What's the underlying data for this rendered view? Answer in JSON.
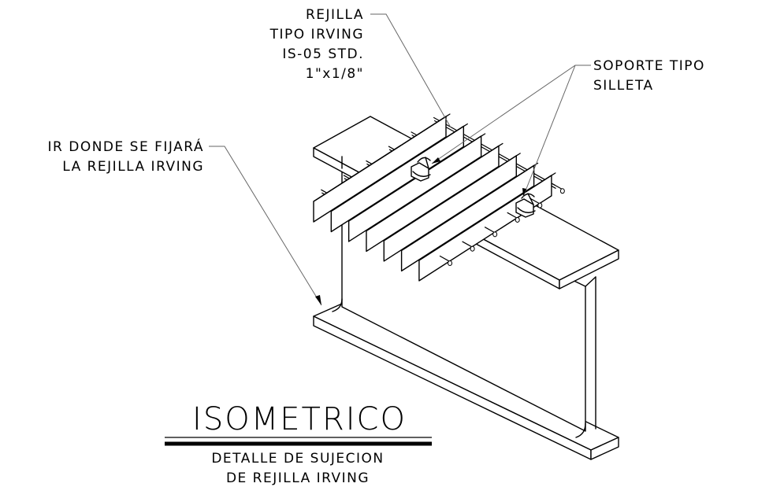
{
  "labels": {
    "rejilla": [
      "REJILLA",
      "TIPO IRVING",
      "IS-05 STD.",
      "1\"x1/8\""
    ],
    "soporte": [
      "SOPORTE TIPO",
      "SILLETA"
    ],
    "ir": [
      "IR DONDE SE FIJARÁ",
      "LA REJILLA IRVING"
    ]
  },
  "title": {
    "main": "ISOMETRICO",
    "sub": [
      "DETALLE DE SUJECION",
      "DE REJILLA IRVING"
    ]
  }
}
